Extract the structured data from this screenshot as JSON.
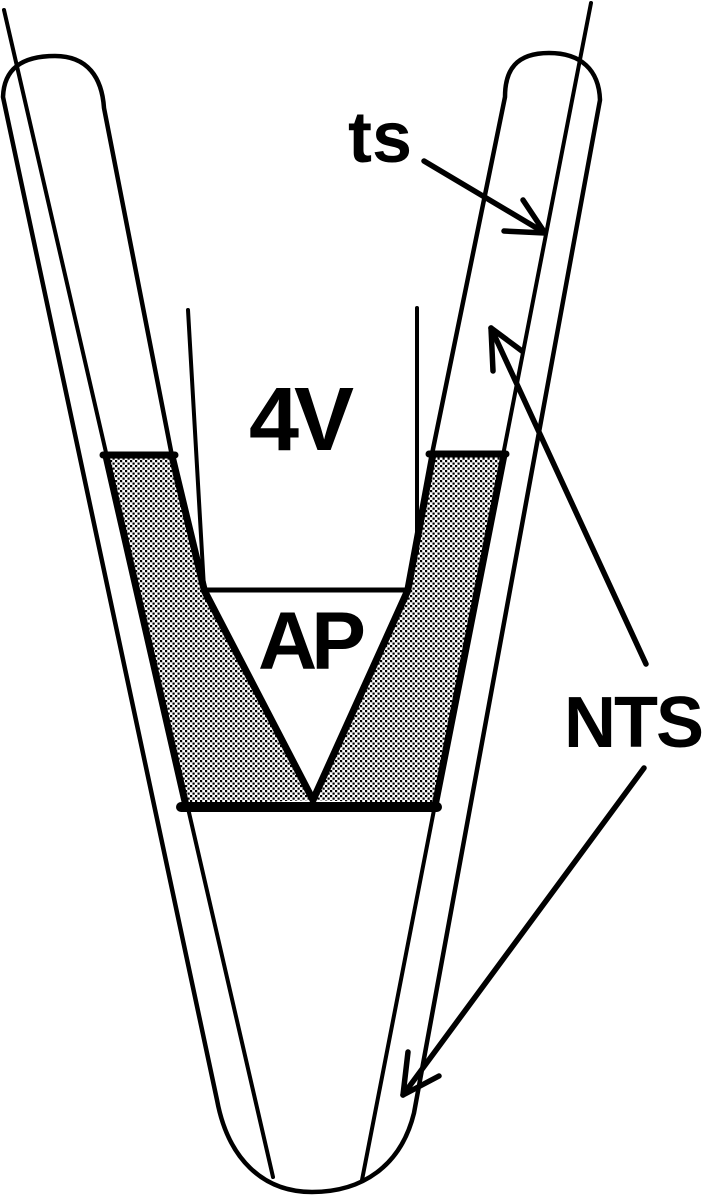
{
  "figure": {
    "type": "anatomical-schematic-diagram",
    "background_color": "#ffffff",
    "ink_color": "#000000",
    "shaded_fill": "stippled-black-dot-pattern",
    "labels": {
      "ts": "ts",
      "fourth_ventricle": "4V",
      "area_postrema": "AP",
      "nts": "NTS"
    },
    "annotations": {
      "ts_arrow": "arrow from ts label pointing down-left onto the solitary tract line of the right column",
      "nts_upper_arrow": "arrow from NTS label pointing up-left into the rostral right NTS column",
      "nts_lower_arrow": "arrow from NTS label pointing down-left to the caudal end of the columns"
    }
  }
}
